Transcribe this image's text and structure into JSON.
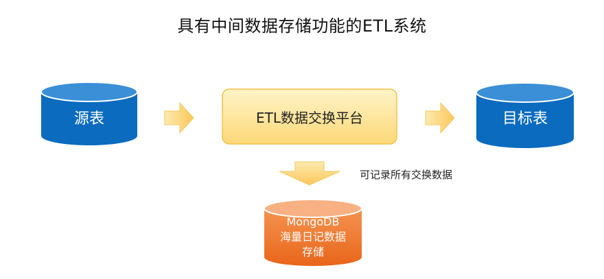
{
  "title": "具有中间数据存储功能的ETL系统",
  "nodes": {
    "source": "源表",
    "platform": "ETL数据交换平台",
    "target": "目标表",
    "storage": [
      "MongoDB",
      "海量日记数据",
      "存储"
    ]
  },
  "note": "可记录所有交换数据",
  "colors": {
    "blue": "#0a6bbf",
    "blue_dark": "#085496",
    "platform_fill": "#fde49a",
    "platform_border": "#f2c24c",
    "arrow": "#fcd97a",
    "orange": "#ee7424",
    "orange_light": "#f7b78a"
  }
}
